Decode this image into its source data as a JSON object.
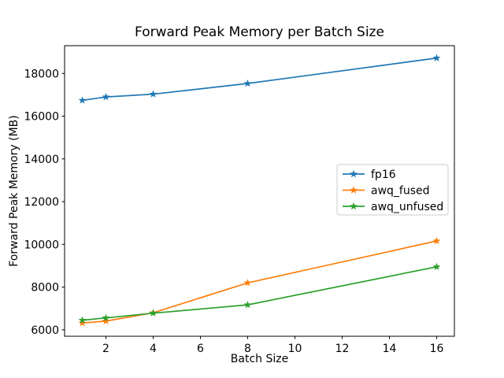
{
  "chart_data": {
    "type": "line",
    "title": "Forward Peak Memory per Batch Size",
    "xlabel": "Batch Size",
    "ylabel": "Forward Peak Memory (MB)",
    "x": [
      1,
      2,
      4,
      8,
      16
    ],
    "series": [
      {
        "name": "fp16",
        "color": "#1f77b4",
        "values": [
          16740,
          16900,
          17030,
          17530,
          18720
        ]
      },
      {
        "name": "awq_fused",
        "color": "#ff7f0e",
        "values": [
          6320,
          6410,
          6800,
          8200,
          10160
        ]
      },
      {
        "name": "awq_unfused",
        "color": "#2ca02c",
        "values": [
          6450,
          6560,
          6780,
          7170,
          8950
        ]
      }
    ],
    "xticks": [
      2,
      4,
      6,
      8,
      10,
      12,
      14,
      16
    ],
    "yticks": [
      6000,
      8000,
      10000,
      12000,
      14000,
      16000,
      18000
    ],
    "xlim": [
      0.25,
      16.75
    ],
    "ylim": [
      5700,
      19300
    ],
    "grid": false,
    "marker": "star",
    "legend_position": "center right",
    "background_color": "#ffffff",
    "axis_color": "#000000",
    "legend_border_color": "#cccccc"
  }
}
